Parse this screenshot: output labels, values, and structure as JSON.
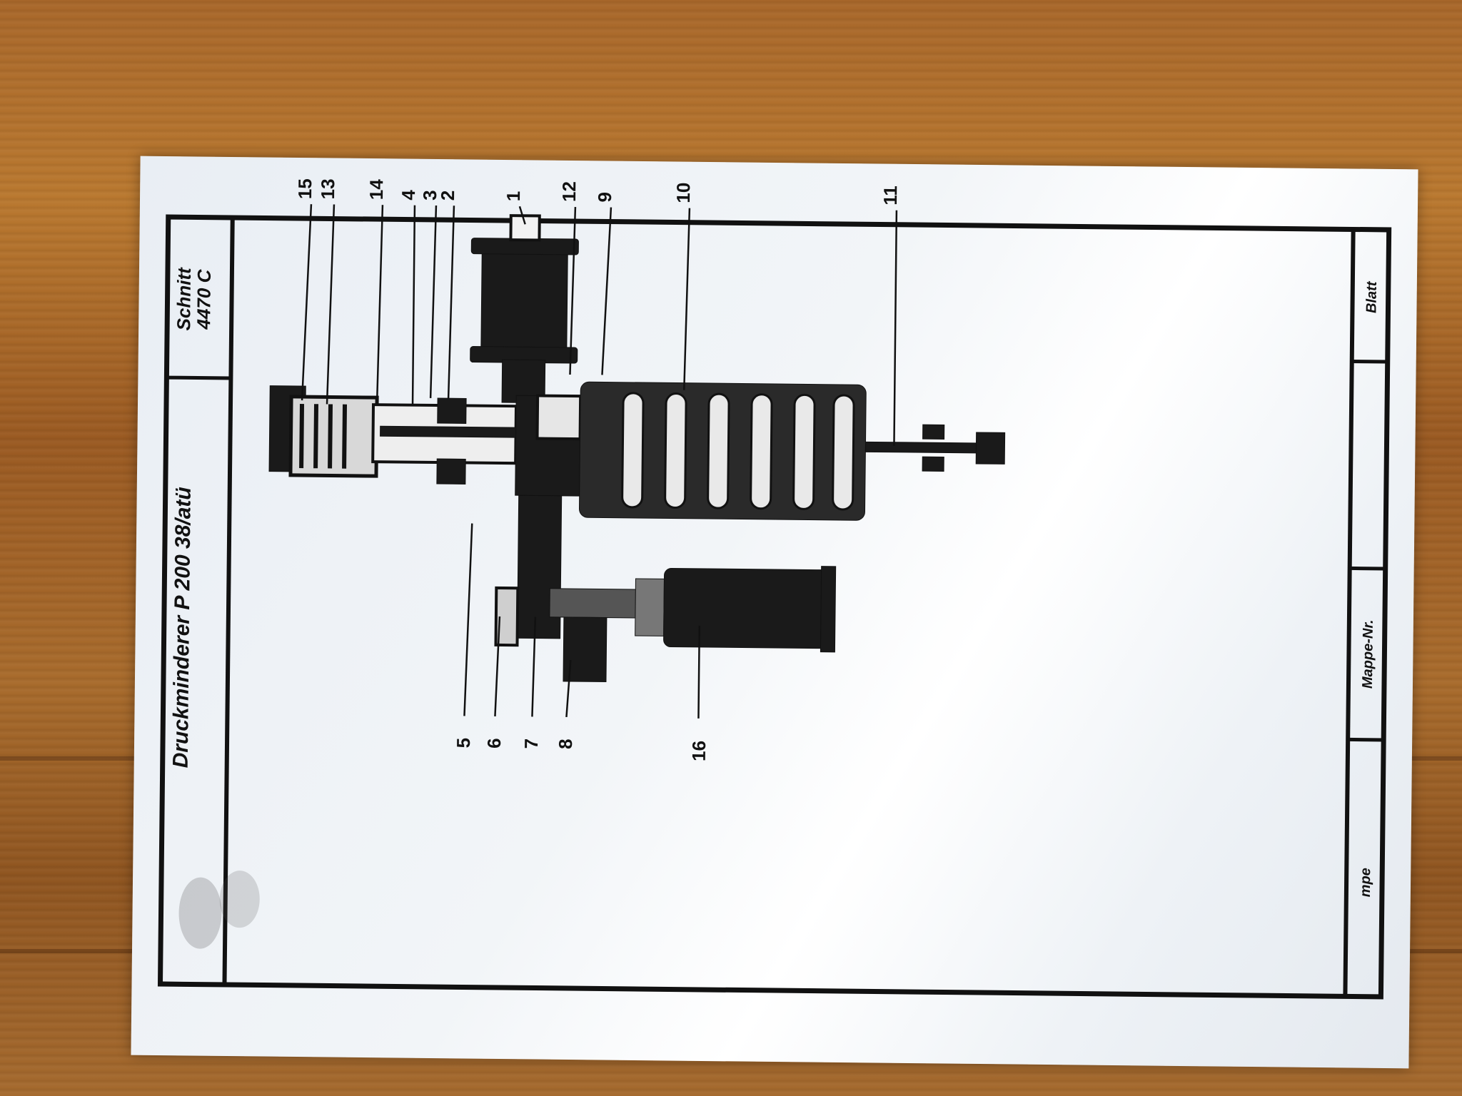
{
  "sheet": {
    "title": "Druckminderer P 200 38/atü",
    "section_line1": "Schnitt",
    "section_line2": "4470 C",
    "field_blatt": "Blatt",
    "field_mappe": "Mappe-Nr.",
    "field_mpe": "mpe"
  },
  "callouts": [
    "15",
    "13",
    "14",
    "4",
    "3",
    "2",
    "1",
    "12",
    "9",
    "10",
    "11",
    "5",
    "6",
    "7",
    "8",
    "16"
  ]
}
